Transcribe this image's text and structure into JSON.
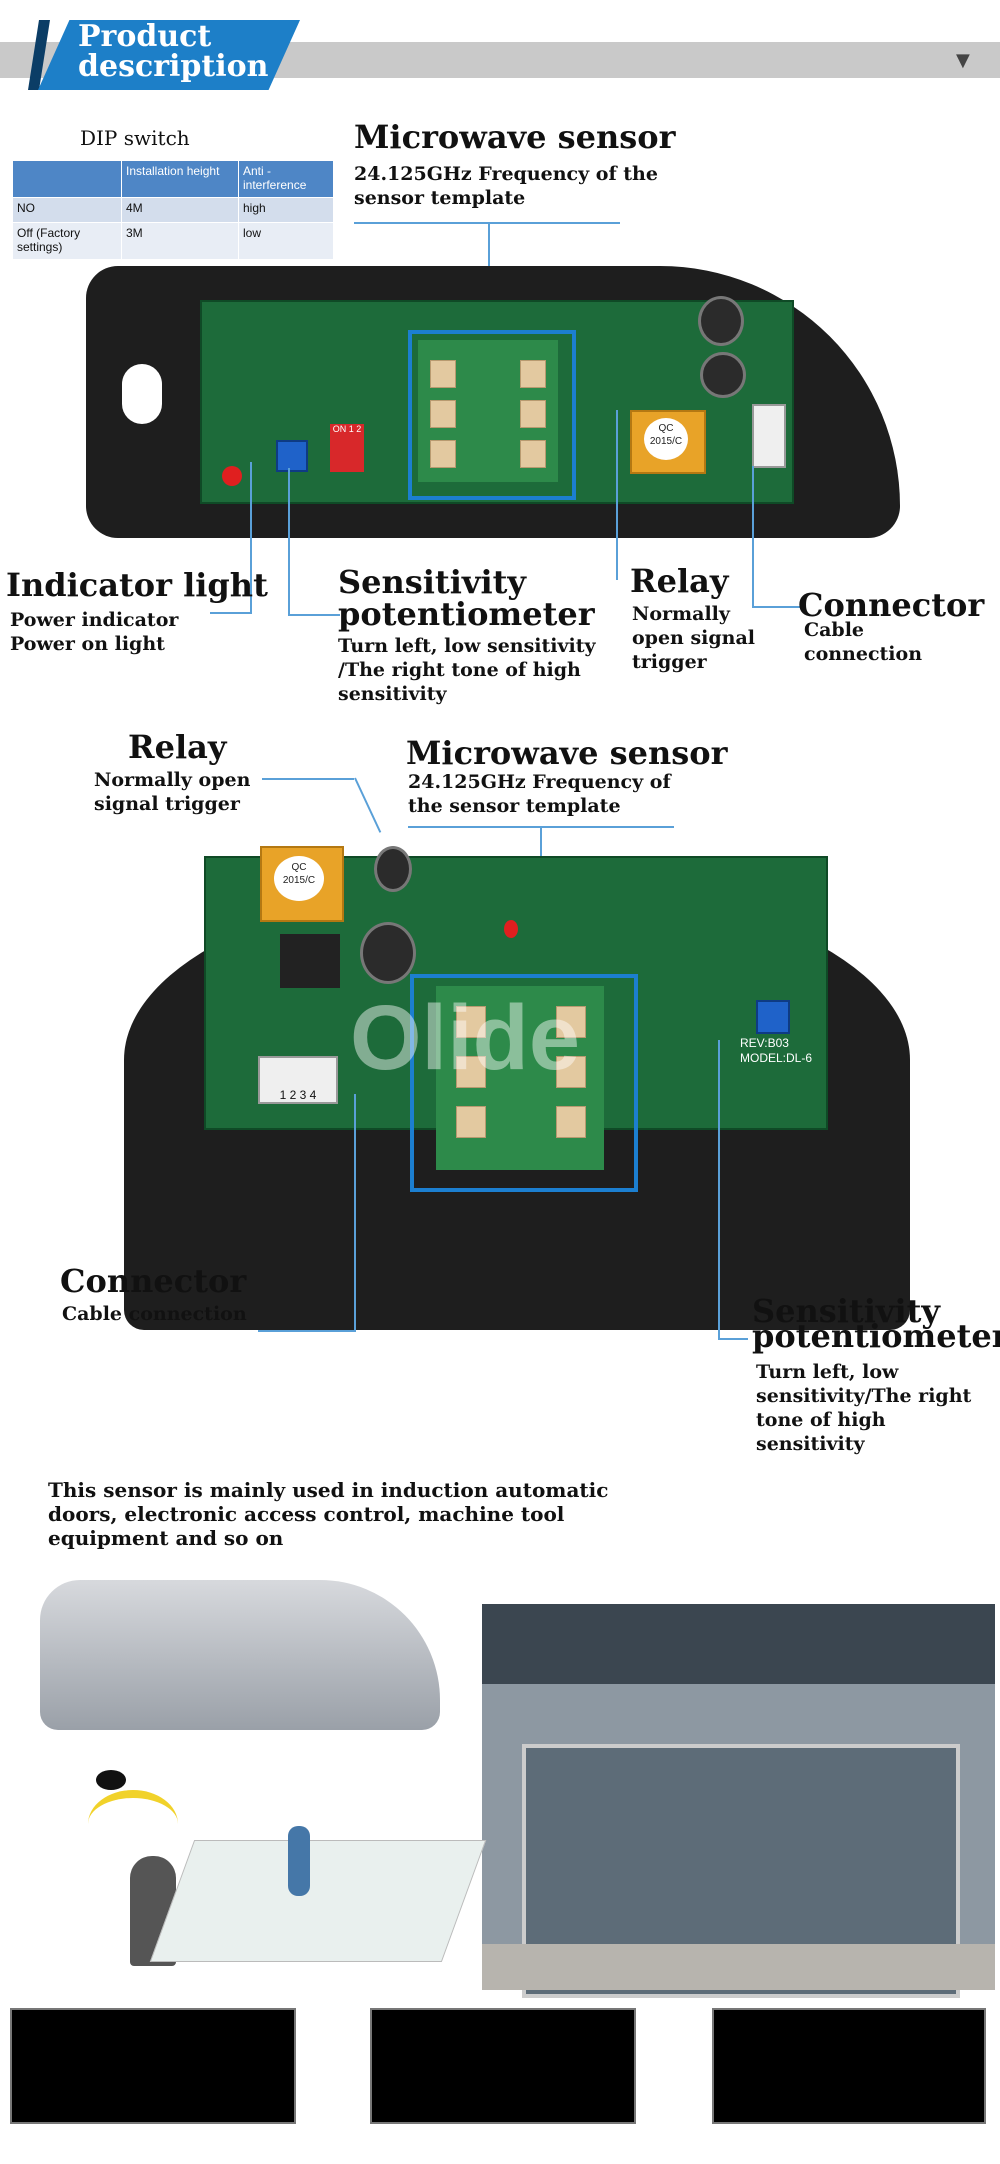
{
  "header": {
    "title": "Product description"
  },
  "dip_switch": {
    "title": "DIP switch",
    "columns": [
      "",
      "Installation height",
      "Anti - interference"
    ],
    "rows": [
      [
        "NO",
        "4M",
        "high"
      ],
      [
        "Off (Factory settings)",
        "3M",
        "low"
      ]
    ]
  },
  "top_photo": {
    "microwave": {
      "title": "Microwave sensor",
      "sub": "24.125GHz  Frequency of the sensor template"
    },
    "indicator": {
      "title": "Indicator light",
      "sub1": "Power indicator",
      "sub2": "Power on light"
    },
    "sensitivity": {
      "title1": "Sensitivity",
      "title2": "potentiometer",
      "sub": "Turn left, low sensitivity /The right tone of high sensitivity"
    },
    "relay": {
      "title": "Relay",
      "sub": "Normally open signal trigger"
    },
    "connector": {
      "title": "Connector",
      "sub": "Cable connection"
    },
    "qc": "QC 2015/C",
    "dip_marks": "ON 1 2"
  },
  "middle_photo": {
    "relay": {
      "title": "Relay",
      "sub": "Normally open signal trigger"
    },
    "microwave": {
      "title": "Microwave sensor",
      "sub": "24.125GHz  Frequency of the sensor template"
    },
    "connector": {
      "title": "Connector",
      "sub": "Cable connection"
    },
    "sensitivity": {
      "title1": "Sensitivity",
      "title2": "potentiometer",
      "sub": "Turn left, low sensitivity/The right tone of high sensitivity"
    },
    "qc": "QC 2015/C",
    "board_text": "REV:B03 MODEL:DL-6",
    "pin_labels": "1 2 3 4",
    "watermark": "Olide"
  },
  "usage": {
    "text": "This sensor is mainly used in induction automatic doors, electronic access control, machine tool equipment and so on"
  }
}
